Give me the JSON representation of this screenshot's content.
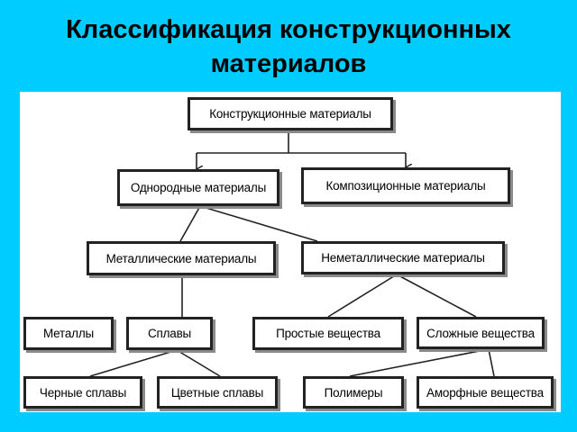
{
  "title": "Классификация конструкционных материалов",
  "nodes": {
    "root": "Конструкционные материалы",
    "homogeneous": "Однородные материалы",
    "composite": "Композиционные материалы",
    "metallic": "Металлические материалы",
    "nonmetallic": "Неметаллические материалы",
    "metals": "Металлы",
    "alloys": "Сплавы",
    "simple": "Простые вещества",
    "complex": "Сложные вещества",
    "ferrous": "Черные сплавы",
    "nonferrous": "Цветные сплавы",
    "polymers": "Полимеры",
    "amorphous": "Аморфные вещества"
  },
  "colors": {
    "background": "#00CCFF",
    "panel": "#FFFFFF",
    "border": "#222222"
  }
}
